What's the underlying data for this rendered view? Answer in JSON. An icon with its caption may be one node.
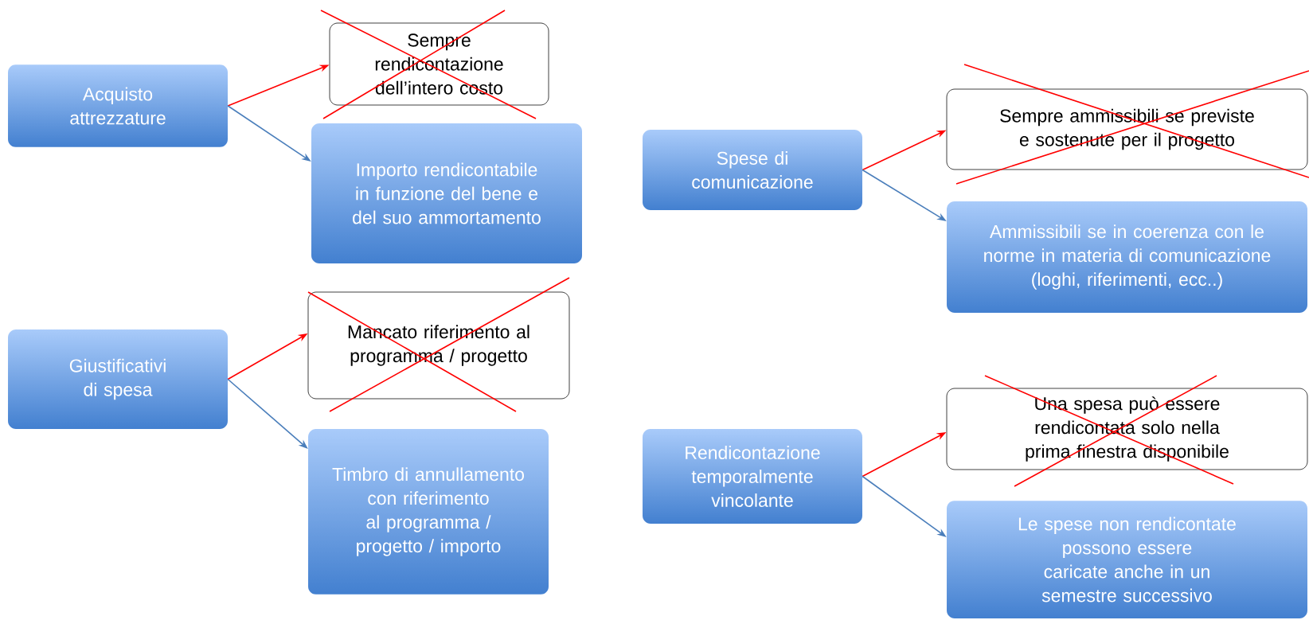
{
  "diagram": {
    "nodes": [
      {
        "text": [
          "Acquisto attrezzature"
        ]
      },
      {
        "text": [
          "Sempre rendicontazione dell’intero costo"
        ]
      },
      {
        "text": [
          "Importo rendicontabile in funzione del bene e del suo ammortamento"
        ]
      },
      {
        "text": [
          "Giustificativi di spesa"
        ]
      },
      {
        "text": [
          "Mancato riferimento al programma / progetto"
        ]
      },
      {
        "text": [
          "Timbro di annullamento con riferimento al programma / progetto / importo"
        ]
      },
      {
        "text": [
          "Spese di comunicazione"
        ]
      },
      {
        "text": [
          "Sempre ammissibili se previste e sostenute per il progetto"
        ]
      },
      {
        "text": [
          "Ammissibili se in coerenza con le norme in materia di comunicazione (loghi, riferimenti, ecc..)"
        ]
      },
      {
        "text": [
          "Rendicontazione temporalmente vincolante"
        ]
      },
      {
        "text": [
          "Una spesa può essere rendicontata solo nella prima finestra disponibile"
        ]
      },
      {
        "text": [
          "Le spese non rendicontate possono essere caricate anche in un semestre successivo"
        ]
      }
    ],
    "edges": [
      {
        "from": 0,
        "to": 1,
        "arrow": "to",
        "color": "#ff0000"
      },
      {
        "from": 0,
        "to": 2,
        "arrow": "to",
        "color": "#4a7ebb"
      },
      {
        "from": 3,
        "to": 4,
        "arrow": "to",
        "color": "#ff0000"
      },
      {
        "from": 3,
        "to": 5,
        "arrow": "to",
        "color": "#4a7ebb"
      },
      {
        "from": 6,
        "to": 7,
        "arrow": "to",
        "color": "#ff0000"
      },
      {
        "from": 6,
        "to": 8,
        "arrow": "to",
        "color": "#4a7ebb"
      },
      {
        "from": 9,
        "to": 10,
        "arrow": "to",
        "color": "#ff0000"
      },
      {
        "from": 9,
        "to": 11,
        "arrow": "to",
        "color": "#4a7ebb"
      }
    ]
  }
}
